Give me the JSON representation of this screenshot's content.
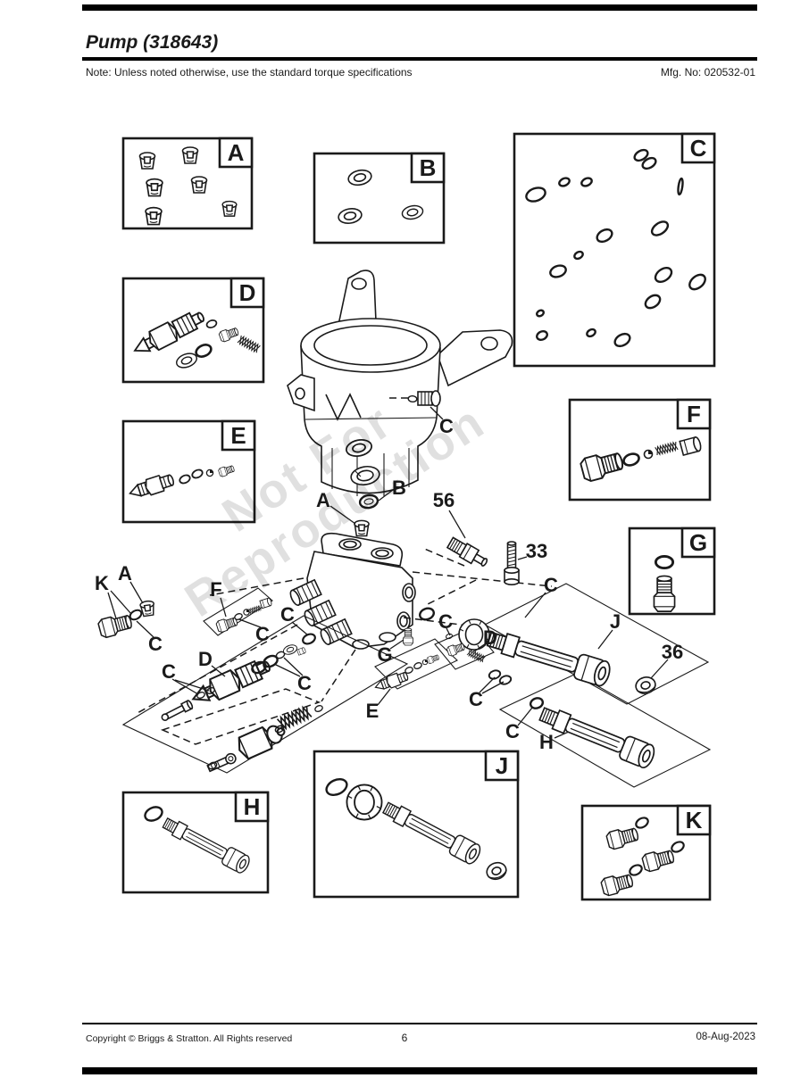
{
  "page": {
    "title": "Pump (318643)",
    "note": "Note: Unless noted otherwise, use the standard torque specifications",
    "mfg_no": "Mfg. No: 020532-01",
    "watermark_line1": "Not For",
    "watermark_line2": "Reproduction",
    "footer": {
      "copyright": "Copyright © Briggs & Stratton. All Rights reserved",
      "page_number": "6",
      "date": "08-Aug-2023"
    }
  },
  "panels": [
    {
      "label": "A",
      "icon": "valve-cap-icons"
    },
    {
      "label": "B",
      "icon": "seal-icons"
    },
    {
      "label": "C",
      "icon": "o-ring-icons"
    },
    {
      "label": "D",
      "icon": "valve-assembly-icon"
    },
    {
      "label": "E",
      "icon": "barb-fitting-icon"
    },
    {
      "label": "F",
      "icon": "check-valve-kit-icons"
    },
    {
      "label": "G",
      "icon": "plug-o-ring-icon"
    },
    {
      "label": "H",
      "icon": "tube-fitting-icon"
    },
    {
      "label": "J",
      "icon": "tube-assembly-icon"
    },
    {
      "label": "K",
      "icon": "plug-o-ring-icons"
    }
  ],
  "callouts": [
    {
      "label": "C"
    },
    {
      "label": "B"
    },
    {
      "label": "A"
    },
    {
      "label": "56"
    },
    {
      "label": "33"
    },
    {
      "label": "K"
    },
    {
      "label": "A"
    },
    {
      "label": "F"
    },
    {
      "label": "C"
    },
    {
      "label": "C"
    },
    {
      "label": "D"
    },
    {
      "label": "C"
    },
    {
      "label": "C"
    },
    {
      "label": "C"
    },
    {
      "label": "C"
    },
    {
      "label": "J"
    },
    {
      "label": "C"
    },
    {
      "label": "D"
    },
    {
      "label": "G"
    },
    {
      "label": "E"
    },
    {
      "label": "C"
    },
    {
      "label": "C"
    },
    {
      "label": "H"
    },
    {
      "label": "36"
    }
  ]
}
